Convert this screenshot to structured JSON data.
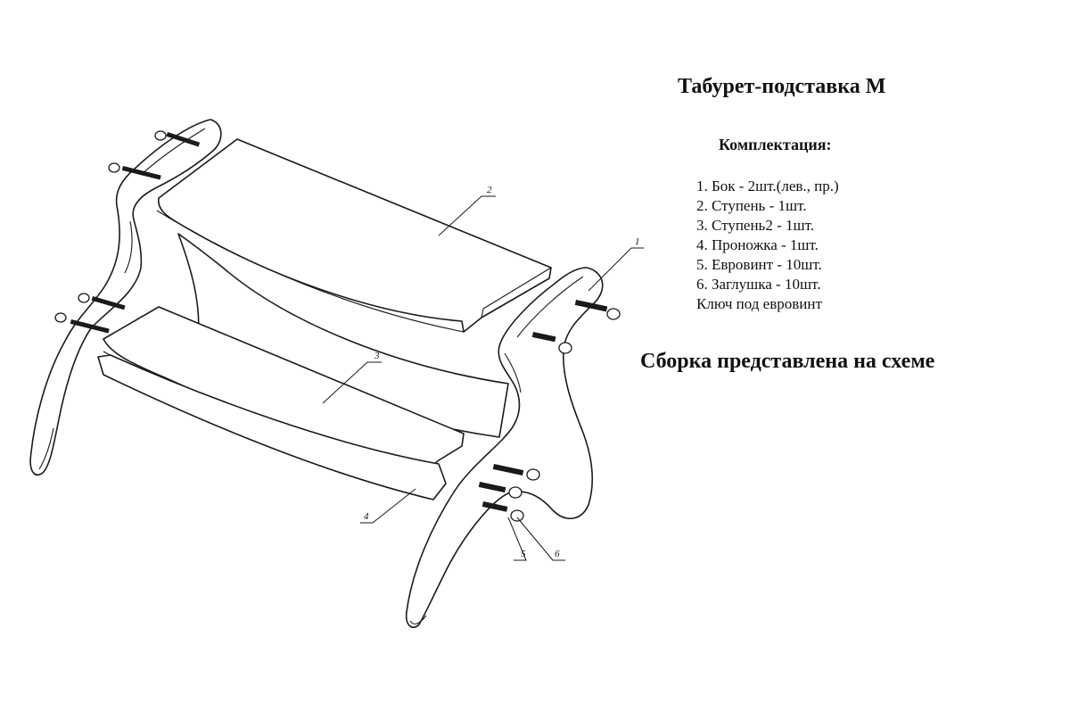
{
  "title": "Табурет-подставка М",
  "subtitle": "Комплектация:",
  "kit": [
    "1. Бок - 2шт.(лев., пр.)",
    "2. Ступень - 1шт.",
    "3. Ступень2 - 1шт.",
    "4. Проножка - 1шт.",
    "5. Евровинт - 10шт.",
    "6. Заглушка - 10шт.",
    "Ключ под евровинт"
  ],
  "note": "Сборка представлена на схеме",
  "callouts": [
    "1",
    "2",
    "3",
    "4",
    "5",
    "6"
  ]
}
